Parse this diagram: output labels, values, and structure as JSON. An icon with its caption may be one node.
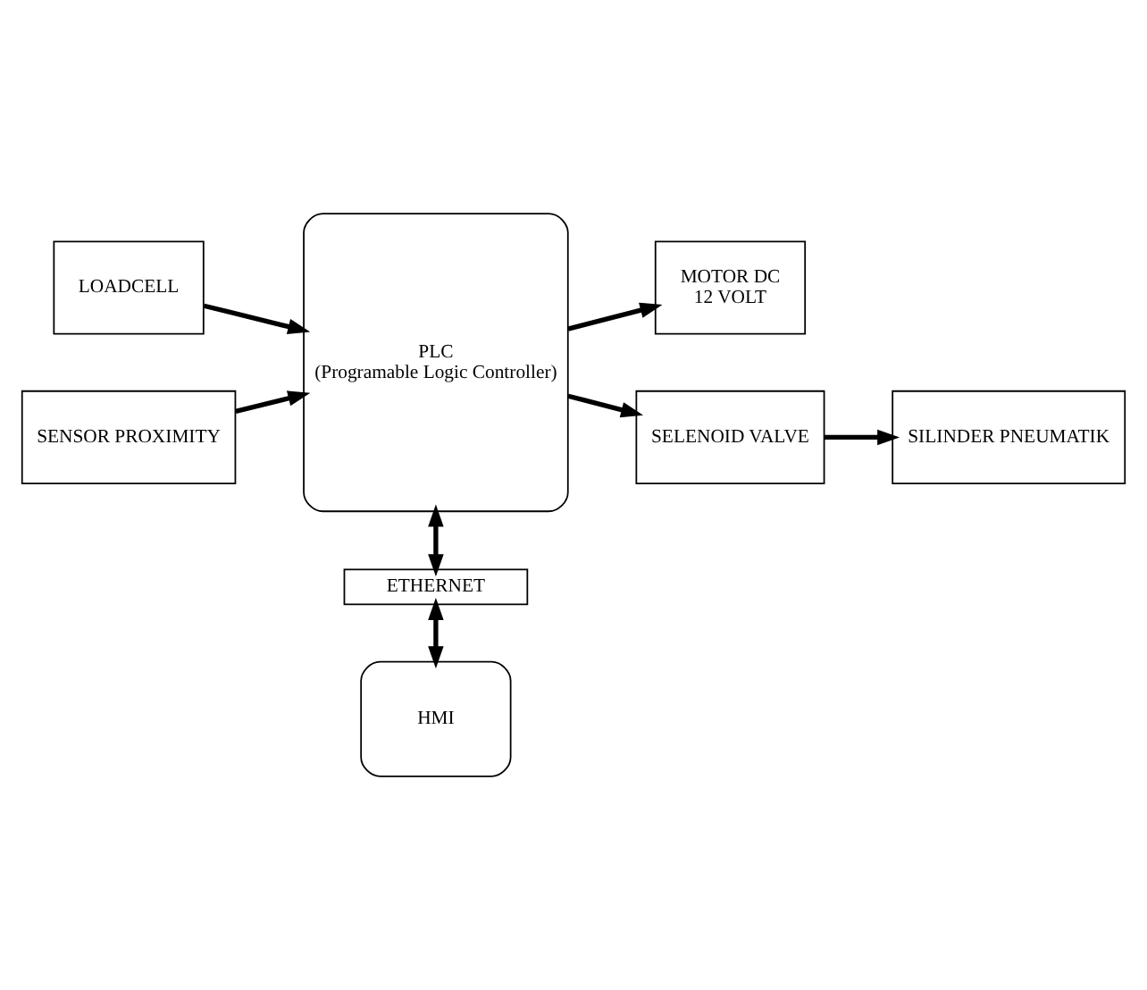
{
  "diagram": {
    "nodes": [
      {
        "text": [
          "LOADCELL"
        ]
      },
      {
        "text": [
          "SENSOR PROXIMITY"
        ]
      },
      {
        "text": [
          "PLC",
          "(Programable Logic Controller)"
        ]
      },
      {
        "text": [
          "MOTOR DC",
          "12 VOLT"
        ]
      },
      {
        "text": [
          "SELENOID VALVE"
        ]
      },
      {
        "text": [
          "SILINDER PNEUMATIK"
        ]
      },
      {
        "text": [
          "ETHERNET"
        ]
      },
      {
        "text": [
          "HMI"
        ]
      }
    ],
    "edges": [
      {
        "from": 0,
        "to": 2,
        "arrow": "to"
      },
      {
        "from": 1,
        "to": 2,
        "arrow": "to"
      },
      {
        "from": 2,
        "to": 3,
        "arrow": "to"
      },
      {
        "from": 2,
        "to": 4,
        "arrow": "to"
      },
      {
        "from": 4,
        "to": 5,
        "arrow": "to"
      },
      {
        "from": 2,
        "to": 6,
        "arrow": "both"
      },
      {
        "from": 6,
        "to": 7,
        "arrow": "both"
      }
    ]
  }
}
